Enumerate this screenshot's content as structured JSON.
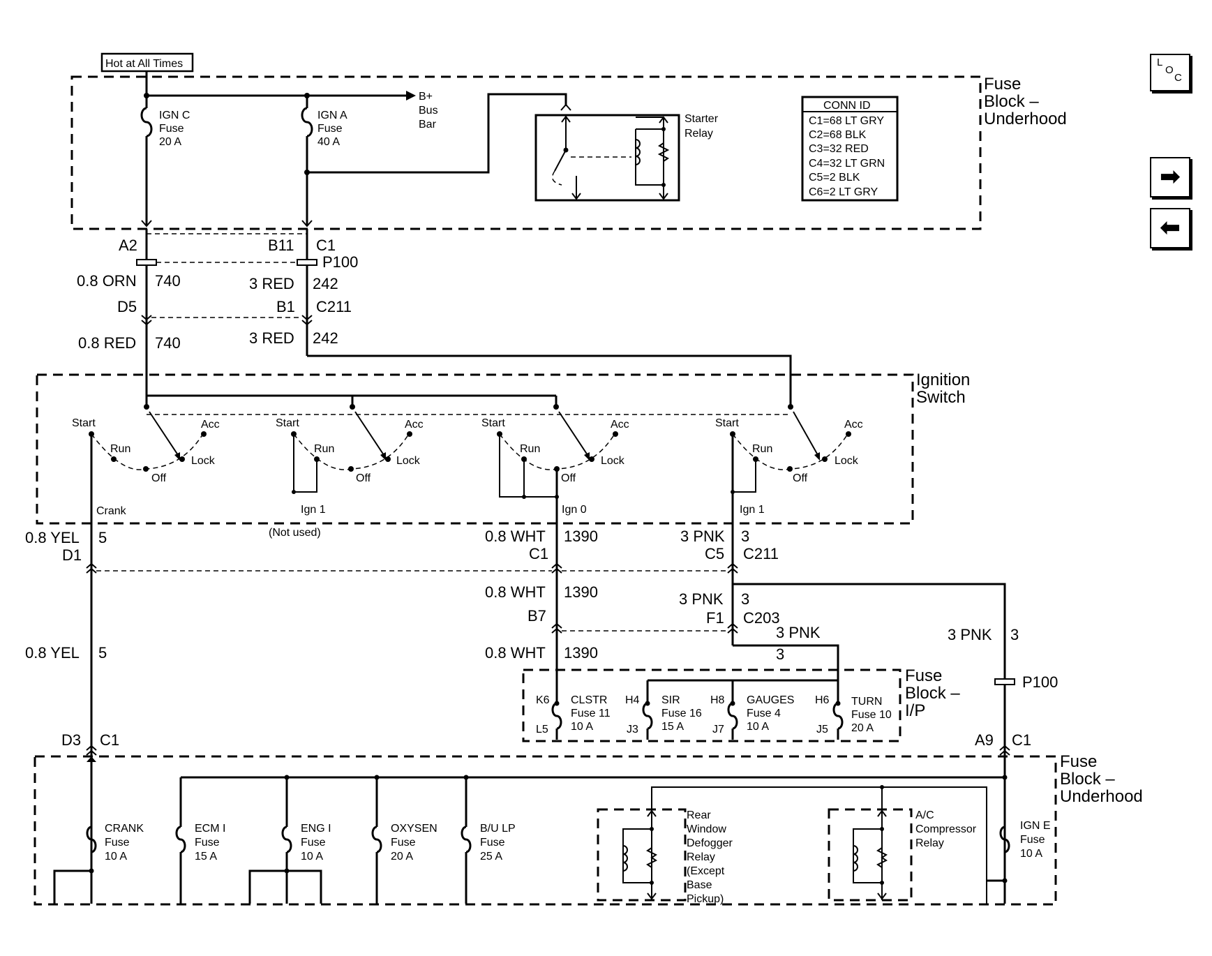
{
  "header": {
    "hot_label": "Hot at All Times"
  },
  "nav": {
    "loc": "LOC",
    "loc_l": "L",
    "loc_o": "O",
    "loc_c": "C",
    "forward_glyph": "➡",
    "back_glyph": "⬅"
  },
  "fuse_block_underhood_top": {
    "title": [
      "Fuse",
      "Block –",
      "Underhood"
    ],
    "ign_c": [
      "IGN C",
      "Fuse",
      "20 A"
    ],
    "ign_a": [
      "IGN A",
      "Fuse",
      "40 A"
    ],
    "bus_bar": [
      "B+",
      "Bus",
      "Bar"
    ],
    "starter_relay": [
      "Starter",
      "Relay"
    ],
    "conn_id": {
      "header": "CONN ID",
      "rows": [
        "C1=68 LT GRY",
        "C2=68 BLK",
        "C3=32 RED",
        "C4=32 LT GRN",
        "C5=2 BLK",
        "C6=2 LT GRY"
      ]
    }
  },
  "wires_top": {
    "a2": "A2",
    "b11": "B11",
    "c1": "C1",
    "p100": "P100",
    "w_orn": "0.8 ORN",
    "c740a": "740",
    "w_red3a": "3 RED",
    "c242a": "242",
    "d5": "D5",
    "b1": "B1",
    "c211": "C211",
    "w_red08": "0.8 RED",
    "c740b": "740",
    "w_red3b": "3 RED",
    "c242b": "242"
  },
  "ignition_switch": {
    "title": [
      "Ignition",
      "Switch"
    ],
    "positions": {
      "start": "Start",
      "acc": "Acc",
      "run": "Run",
      "lock": "Lock",
      "off": "Off"
    },
    "outputs": {
      "crank": "Crank",
      "ign1a": "Ign 1",
      "ign0": "Ign 0",
      "ign1b": "Ign 1",
      "not_used": "(Not used)"
    }
  },
  "wires_mid": {
    "yel_a": "0.8 YEL",
    "c5a": "5",
    "d1": "D1",
    "wht_a": "0.8 WHT",
    "c1390a": "1390",
    "c1": "C1",
    "pnk_a": "3 PNK",
    "c3a": "3",
    "c5": "C5",
    "c211": "C211",
    "wht_b": "0.8 WHT",
    "c1390b": "1390",
    "b7": "B7",
    "pnk_b": "3 PNK",
    "c3b": "3",
    "f1": "F1",
    "c203": "C203",
    "pnk_c": "3 PNK",
    "c3c": "3",
    "wht_c": "0.8 WHT",
    "c1390c": "1390",
    "yel_b": "0.8 YEL",
    "c5b": "5",
    "pnk_d": "3 PNK",
    "c3d": "3",
    "p100": "P100"
  },
  "fuse_block_ip": {
    "title": [
      "Fuse",
      "Block –",
      "I/P"
    ],
    "fuses": [
      {
        "top": "K6",
        "bottom": "L5",
        "lines": [
          "CLSTR",
          "Fuse 11",
          "10 A"
        ]
      },
      {
        "top": "H4",
        "bottom": "J3",
        "lines": [
          "SIR",
          "Fuse 16",
          "15 A"
        ]
      },
      {
        "top": "H8",
        "bottom": "J7",
        "lines": [
          "GAUGES",
          "Fuse 4",
          "10 A"
        ]
      },
      {
        "top": "H6",
        "bottom": "J5",
        "lines": [
          "TURN",
          "Fuse 10",
          "20 A"
        ]
      }
    ]
  },
  "fuse_block_underhood_bottom": {
    "title": [
      "Fuse",
      "Block –",
      "Underhood"
    ],
    "d3": "D3",
    "c1a": "C1",
    "a9": "A9",
    "c1b": "C1",
    "fuses": [
      {
        "lines": [
          "CRANK",
          "Fuse",
          "10 A"
        ]
      },
      {
        "lines": [
          "ECM I",
          "Fuse",
          "15 A"
        ]
      },
      {
        "lines": [
          "ENG I",
          "Fuse",
          "10 A"
        ]
      },
      {
        "lines": [
          "OXYSEN",
          "Fuse",
          "20 A"
        ]
      },
      {
        "lines": [
          "B/U LP",
          "Fuse",
          "25 A"
        ]
      }
    ],
    "ign_e": [
      "IGN E",
      "Fuse",
      "10 A"
    ],
    "defogger_relay": [
      "Rear",
      "Window",
      "Defogger",
      "Relay",
      "(Except",
      "Base",
      "Pickup)"
    ],
    "ac_relay": [
      "A/C",
      "Compressor",
      "Relay"
    ]
  }
}
